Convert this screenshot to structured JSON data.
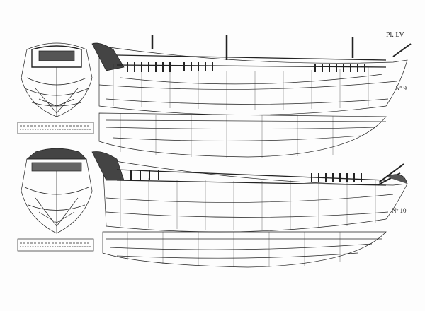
{
  "plate_label": "Pl. LV",
  "ships": [
    {
      "number_label": "Nº 9"
    },
    {
      "number_label": "Nº 10"
    }
  ],
  "colors": {
    "ink": "#222222",
    "paper": "#fdfdfd"
  }
}
